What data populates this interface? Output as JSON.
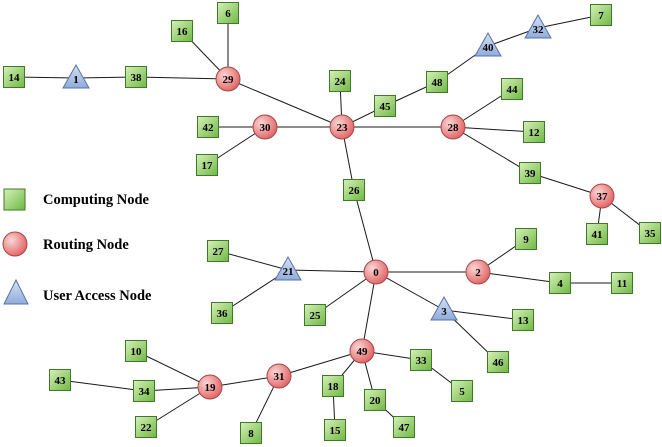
{
  "legend": {
    "computing": "Computing Node",
    "routing": "Routing Node",
    "user_access": "User Access Node"
  },
  "colors": {
    "computing_fill_light": "#d6f0b8",
    "computing_fill_dark": "#70b844",
    "computing_stroke": "#3f7a2a",
    "routing_fill_light": "#fbd6d6",
    "routing_fill_dark": "#e05a5a",
    "routing_stroke": "#a44848",
    "access_fill_light": "#d3e0f5",
    "access_fill_dark": "#90acd8",
    "access_stroke": "#5573a6",
    "edge": "#1a1a1a"
  },
  "nodes": [
    {
      "id": "0",
      "type": "routing"
    },
    {
      "id": "1",
      "type": "access"
    },
    {
      "id": "2",
      "type": "routing"
    },
    {
      "id": "3",
      "type": "access"
    },
    {
      "id": "4",
      "type": "computing"
    },
    {
      "id": "5",
      "type": "computing"
    },
    {
      "id": "6",
      "type": "computing"
    },
    {
      "id": "7",
      "type": "computing"
    },
    {
      "id": "8",
      "type": "computing"
    },
    {
      "id": "9",
      "type": "computing"
    },
    {
      "id": "10",
      "type": "computing"
    },
    {
      "id": "11",
      "type": "computing"
    },
    {
      "id": "12",
      "type": "computing"
    },
    {
      "id": "13",
      "type": "computing"
    },
    {
      "id": "14",
      "type": "computing"
    },
    {
      "id": "15",
      "type": "computing"
    },
    {
      "id": "16",
      "type": "computing"
    },
    {
      "id": "17",
      "type": "computing"
    },
    {
      "id": "18",
      "type": "computing"
    },
    {
      "id": "19",
      "type": "routing"
    },
    {
      "id": "20",
      "type": "computing"
    },
    {
      "id": "21",
      "type": "access"
    },
    {
      "id": "22",
      "type": "computing"
    },
    {
      "id": "23",
      "type": "routing"
    },
    {
      "id": "24",
      "type": "computing"
    },
    {
      "id": "25",
      "type": "computing"
    },
    {
      "id": "26",
      "type": "computing"
    },
    {
      "id": "27",
      "type": "computing"
    },
    {
      "id": "28",
      "type": "routing"
    },
    {
      "id": "29",
      "type": "routing"
    },
    {
      "id": "30",
      "type": "routing"
    },
    {
      "id": "31",
      "type": "routing"
    },
    {
      "id": "32",
      "type": "access"
    },
    {
      "id": "33",
      "type": "computing"
    },
    {
      "id": "34",
      "type": "computing"
    },
    {
      "id": "35",
      "type": "computing"
    },
    {
      "id": "36",
      "type": "computing"
    },
    {
      "id": "37",
      "type": "routing"
    },
    {
      "id": "38",
      "type": "computing"
    },
    {
      "id": "39",
      "type": "computing"
    },
    {
      "id": "40",
      "type": "access"
    },
    {
      "id": "41",
      "type": "computing"
    },
    {
      "id": "42",
      "type": "computing"
    },
    {
      "id": "43",
      "type": "computing"
    },
    {
      "id": "44",
      "type": "computing"
    },
    {
      "id": "45",
      "type": "computing"
    },
    {
      "id": "46",
      "type": "computing"
    },
    {
      "id": "47",
      "type": "computing"
    },
    {
      "id": "48",
      "type": "computing"
    },
    {
      "id": "49",
      "type": "routing"
    }
  ],
  "edges": [
    [
      "14",
      "1"
    ],
    [
      "1",
      "38"
    ],
    [
      "38",
      "29"
    ],
    [
      "16",
      "29"
    ],
    [
      "6",
      "29"
    ],
    [
      "29",
      "23"
    ],
    [
      "42",
      "30"
    ],
    [
      "30",
      "23"
    ],
    [
      "30",
      "17"
    ],
    [
      "24",
      "23"
    ],
    [
      "23",
      "45"
    ],
    [
      "45",
      "48"
    ],
    [
      "48",
      "40"
    ],
    [
      "40",
      "32"
    ],
    [
      "32",
      "7"
    ],
    [
      "23",
      "28"
    ],
    [
      "28",
      "44"
    ],
    [
      "28",
      "12"
    ],
    [
      "28",
      "39"
    ],
    [
      "39",
      "37"
    ],
    [
      "37",
      "41"
    ],
    [
      "37",
      "35"
    ],
    [
      "23",
      "26"
    ],
    [
      "26",
      "0"
    ],
    [
      "0",
      "2"
    ],
    [
      "2",
      "9"
    ],
    [
      "2",
      "4"
    ],
    [
      "4",
      "11"
    ],
    [
      "0",
      "21"
    ],
    [
      "21",
      "27"
    ],
    [
      "21",
      "36"
    ],
    [
      "0",
      "25"
    ],
    [
      "0",
      "3"
    ],
    [
      "3",
      "13"
    ],
    [
      "3",
      "46"
    ],
    [
      "0",
      "49"
    ],
    [
      "49",
      "33"
    ],
    [
      "33",
      "5"
    ],
    [
      "49",
      "18"
    ],
    [
      "18",
      "15"
    ],
    [
      "49",
      "20"
    ],
    [
      "20",
      "47"
    ],
    [
      "49",
      "31"
    ],
    [
      "31",
      "8"
    ],
    [
      "31",
      "19"
    ],
    [
      "19",
      "10"
    ],
    [
      "19",
      "34"
    ],
    [
      "34",
      "43"
    ],
    [
      "19",
      "22"
    ]
  ]
}
